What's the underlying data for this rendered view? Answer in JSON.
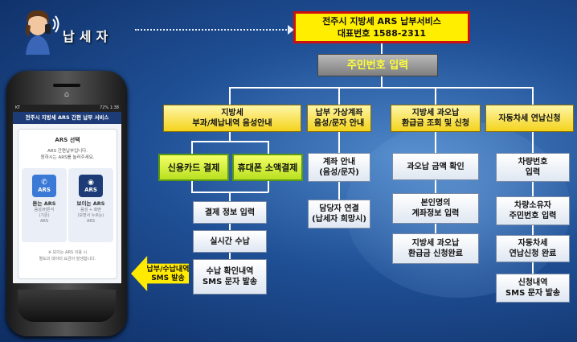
{
  "taxpayer_label": "납세자",
  "header": {
    "line1": "전주시 지방세 ARS 납부서비스",
    "line2": "대표번호 1588-2311"
  },
  "entry": "주민번호 입력",
  "categories": [
    "지방세\n부과/체납내역 음성안내",
    "납부 가상계좌\n음성/문자 안내",
    "지방세 과오납\n환급금 조회 및 신청",
    "자동차세 연납신청"
  ],
  "payment": {
    "card": "신용카드 결제",
    "mobile": "휴대폰 소액결제",
    "steps": [
      "결제 정보 입력",
      "실시간 수납",
      "수납 확인내역\nSMS 문자 발송"
    ]
  },
  "account_steps": [
    "계좌 안내\n(음성/문자)",
    "담당자 연결\n(납세자 희망시)"
  ],
  "refund_steps": [
    "과오납 금액 확인",
    "본인명의\n계좌정보 입력",
    "지방세 과오납\n환급금 신청완료"
  ],
  "car_steps": [
    "차량번호\n입력",
    "차량소유자\n주민번호 입력",
    "자동차세\n연납신청 완료",
    "신청내역\nSMS 문자 발송"
  ],
  "sms_arrow": "납부/수납내역\nSMS 발송",
  "phone": {
    "status_left": "KT",
    "status_right": "72% 1:38",
    "app_title": "전주시 지방세 ARS 간편 납부 서비스",
    "select_title": "ARS 선택",
    "select_sub1": "ARS 간편납부입니다.",
    "select_sub2": "원하시는 ARS를 눌러주세요.",
    "tile1_icon": "ARS",
    "tile1_title": "듣는 ARS",
    "tile1_desc1": "음성/버튼식",
    "tile1_desc2": "(기존)",
    "tile1_desc3": "ARS",
    "tile2_icon": "ARS",
    "tile2_title": "보이는 ARS",
    "tile2_desc1": "음성 + 화면",
    "tile2_desc2": "(보면서 누르는)",
    "tile2_desc3": "ARS",
    "note1": "※ 보이는 ARS 이용 시",
    "note2": "별도의 데이터 요금이 발생합니다."
  },
  "colors": {
    "header_border": "#cc1111",
    "arrow": "#ffea00",
    "background": "#1f4f95"
  }
}
